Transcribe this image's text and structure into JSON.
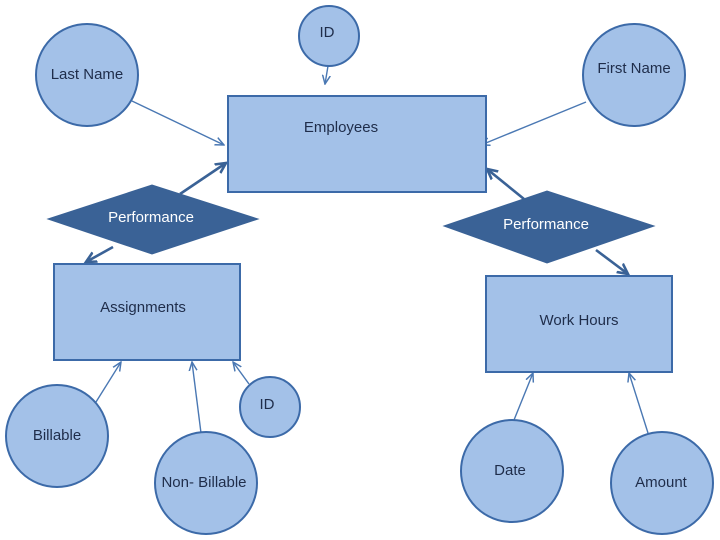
{
  "diagram": {
    "entities": {
      "employees": "Employees",
      "assignments": "Assignments",
      "work_hours": "Work Hours"
    },
    "relationships": {
      "performance_left": "Performance",
      "performance_right": "Performance"
    },
    "attributes": {
      "employee_id": "ID",
      "last_name": "Last Name",
      "first_name": "First Name",
      "assignment_id": "ID",
      "billable": "Billable",
      "non_billable": "Non- Billable",
      "date": "Date",
      "amount": "Amount"
    },
    "colors": {
      "shape_fill": "#a3c1e8",
      "shape_stroke": "#3c6aa8",
      "diamond_fill": "#3a6296",
      "connector": "#4a78b3"
    }
  }
}
